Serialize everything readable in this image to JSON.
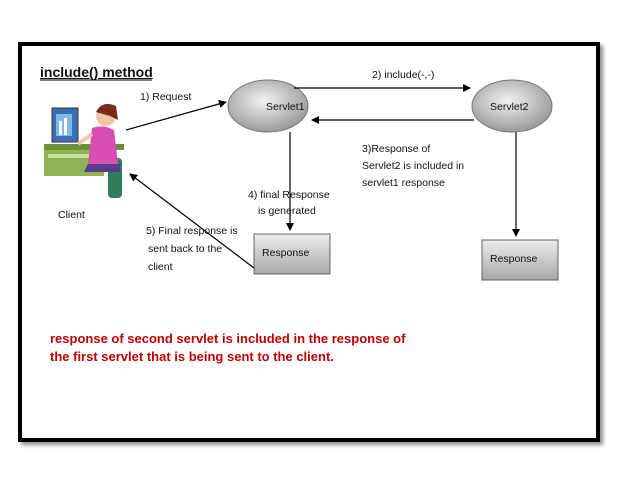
{
  "diagram": {
    "title": "include() method",
    "nodes": {
      "client": "Client",
      "servlet1": "Servlet1",
      "servlet2": "Servlet2",
      "response1": "Response",
      "response2": "Response"
    },
    "edges": {
      "request": "1) Request",
      "include": "2) include(-,-)",
      "servlet2_response": [
        "3)Response of",
        "Servlet2 is included in",
        "servlet1 response"
      ],
      "final_generated": [
        "4) final Response",
        "is generated"
      ],
      "final_sent": [
        "5) Final response  is",
        "sent back to the",
        "client"
      ]
    }
  },
  "caption": [
    "response of second servlet is included in the response of",
    "the first servlet that is being sent to the client."
  ],
  "colors": {
    "caption": "#c00000",
    "node_fill": "#c9c9c9",
    "frame": "#000000"
  }
}
